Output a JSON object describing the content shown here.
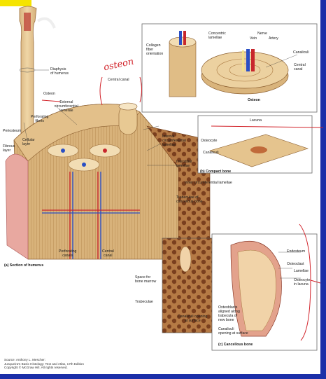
{
  "colors": {
    "background": "#1b2fa8",
    "page": "#ffffff",
    "tab": "#f5e400",
    "bone": "#d9b47c",
    "bone_dark": "#a9773f",
    "marrow": "#8a4a26",
    "vein": "#2a4fc4",
    "artery": "#c8262c",
    "annotation_ink": "#d2232a"
  },
  "handwriting": {
    "osteon_note": "osteon"
  },
  "labels": {
    "diaphysis": "Diaphysis\nof humerus",
    "osteon_main": "Osteon",
    "central_canal_main": "Central canal",
    "external_lamellae": "External\ncircumferential\nlamellae",
    "perforating_fibers": "Perforating\nfibers",
    "periosteum": "Periosteum",
    "cellular_layer": "Cellular\nlayer",
    "fibrous_layer": "Fibrous\nlayer",
    "internal_lamellae": "Internal\ncircumferential\nlamellae",
    "interstitial_lamellae": "Interstitial\nlamellae",
    "inner_lamellae": "Inner circumferential lamellae",
    "trabeculae_cancellous": "Trabeculae of\ncancellous bone",
    "perforating_canals": "Perforating\ncanals",
    "central_canal_bottom": "Central\ncanal",
    "section_humerus": "(a) Section of humerus",
    "collagen": "Collagen\nfiber\norientation",
    "concentric_lamellae": "Concentric\nlamellae",
    "nerve": "Nerve",
    "vein": "Vein",
    "artery": "Artery",
    "canaliculi_top": "Canaliculi",
    "central_canal_osteon": "Central\ncanal",
    "osteon_title": "Osteon",
    "lacuna": "Lacuna",
    "osteocyte": "Osteocyte",
    "canaliculi_mid": "Canaliculi",
    "compact_bone": "(b) Compact bone",
    "space_marrow": "Space for\nbone marrow",
    "trabeculae": "Trabeculae",
    "canaliculi_opening": "Canaliculi opening\nat surface",
    "endosteum": "Endosteum",
    "osteoclast": "Osteoclast",
    "lamellae": "Lamellae",
    "osteocyte_lacuna": "Osteocyte\nin lacuna",
    "osteoblasts": "Osteoblasts\naligned along\ntrabecula of\nnew bone",
    "canaliculi_opening2": "Canaliculi\nopening at surface",
    "cancellous_bone": "(c) Cancellous bone"
  },
  "source": "Source: Anthony L. Mescher:\nJunqueira's Basic Histology: Text and Atlas, 17th Edition\nCopyright © McGraw Hill. All rights reserved."
}
